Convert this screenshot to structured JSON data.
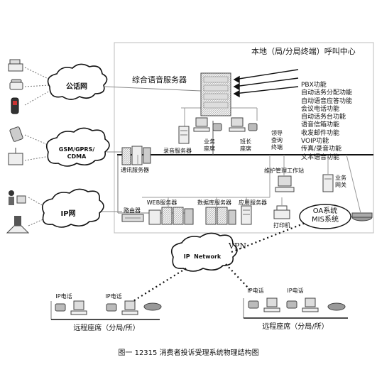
{
  "center": {
    "title": "本地（局/分局终端）呼叫中心"
  },
  "voice_server": {
    "label": "综合语音服务器"
  },
  "features": [
    "PBX功能",
    "自动话务分配功能",
    "自动语音应答功能",
    "会议电话功能",
    "自动话务台功能",
    "语音信箱功能",
    "收发邮件功能",
    "VOIP功能",
    "传真/录音功能",
    "文本语音功能"
  ],
  "networks": {
    "pstn": "公话网",
    "mobile": "GSM/GPRS/\nCDMA",
    "ip": "IP网",
    "ip_network": "IP  Network",
    "vpn": "VPN"
  },
  "devices": {
    "recording_server": "录音服务器",
    "business_seat": "业务\n座席",
    "shift_leader_seat": "班长\n座席",
    "leader_query": "领导\n查询\n终端",
    "comm_server": "通讯服务器",
    "maintenance": "维护管理工作站",
    "business_gateway": "业务\n网关",
    "router": "路由器",
    "web_server": "WEB服务器",
    "db_server": "数据库服务器",
    "app_server": "应用服务器",
    "printer": "打印机",
    "oa_mis": "OA系统\nMIS系统"
  },
  "remote": {
    "ip_phone": "IP电话",
    "seat_left": "远程座席（分局/所）",
    "seat_right": "远程座席（分局/所）"
  },
  "caption": "图一 12315 消费者投诉受理系统物理结构图"
}
